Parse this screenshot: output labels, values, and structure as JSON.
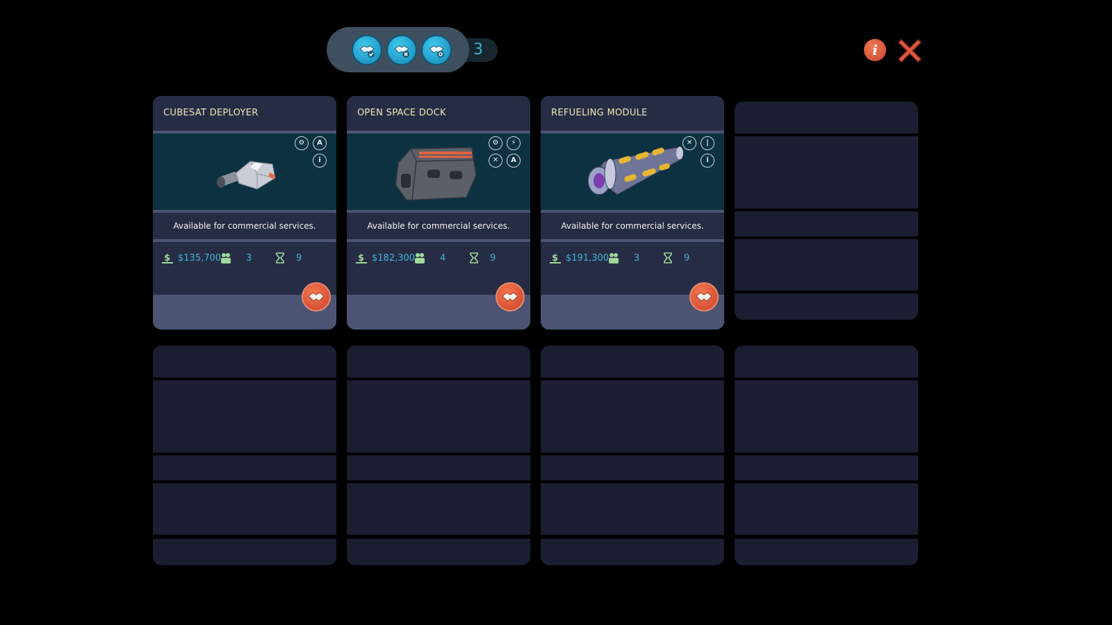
{
  "filter_bar": {
    "count": "3",
    "buttons": [
      {
        "icon": "handshake-check-icon"
      },
      {
        "icon": "handshake-cross-icon"
      },
      {
        "icon": "handshake-gear-icon"
      }
    ]
  },
  "top_right": {
    "info_label": "i",
    "info_icon": "info-icon",
    "close_icon": "close-x-icon"
  },
  "colors": {
    "accent": "#39b4d8",
    "title_text": "#e9ecb8",
    "action_orange": "#e4583b"
  },
  "cards": [
    {
      "title": "CUBESAT DEPLOYER",
      "description": "Available for commercial services.",
      "price": "$135,700",
      "crew": "3",
      "time": "9",
      "badges": [
        "A",
        "i"
      ]
    },
    {
      "title": "OPEN SPACE DOCK",
      "description": "Available for commercial services.",
      "price": "$182,300",
      "crew": "4",
      "time": "9",
      "badges": [
        "A"
      ]
    },
    {
      "title": "REFUELING MODULE",
      "description": "Available for commercial services.",
      "price": "$191,300",
      "crew": "3",
      "time": "9",
      "badges": [
        "i"
      ]
    }
  ]
}
